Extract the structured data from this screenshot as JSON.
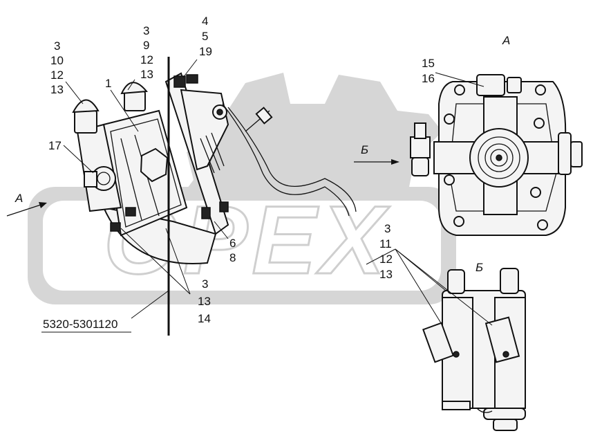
{
  "watermark": {
    "text": "OPEX"
  },
  "callouts": {
    "left_col_1": [
      "3",
      "10",
      "12",
      "13"
    ],
    "left_col_2": [
      "3",
      "9",
      "12",
      "13"
    ],
    "left_col_3": [
      "4",
      "5",
      "19"
    ],
    "label_1": "1",
    "label_17": "17",
    "label_6_8": [
      "6",
      "8"
    ],
    "label_3_13_14": [
      "3",
      "13",
      "14"
    ],
    "part_number": "5320-5301120",
    "view_a_arrow": "А",
    "view_a_title": "А",
    "view_a_15_16": [
      "15",
      "16"
    ],
    "view_b_arrow": "Б",
    "view_b_title": "Б",
    "view_b_stack": [
      "3",
      "11",
      "12",
      "13"
    ]
  }
}
